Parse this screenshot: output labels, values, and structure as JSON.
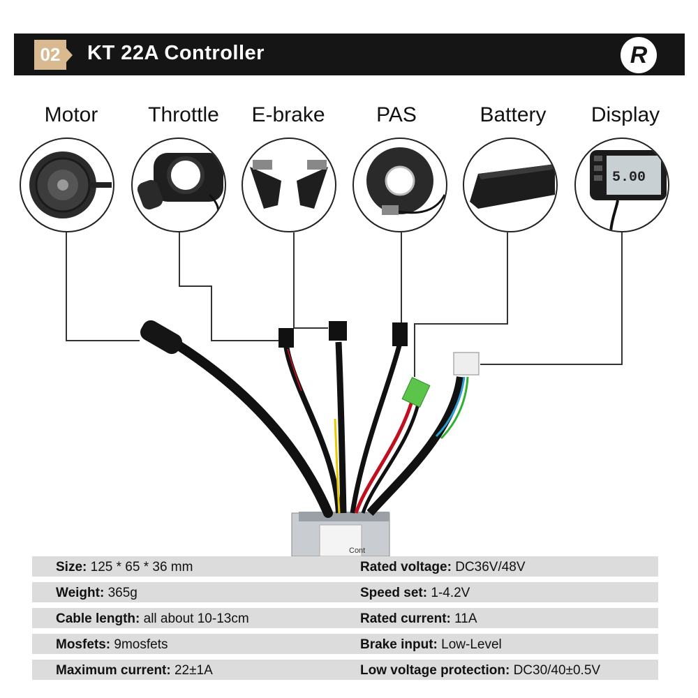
{
  "header": {
    "number": "02",
    "title": "KT 22A Controller",
    "logo_letter": "R"
  },
  "components": [
    {
      "label": "Motor",
      "icon": "motor-icon"
    },
    {
      "label": "Throttle",
      "icon": "throttle-icon"
    },
    {
      "label": "E-brake",
      "icon": "ebrake-icon"
    },
    {
      "label": "PAS",
      "icon": "pas-sensor-icon"
    },
    {
      "label": "Battery",
      "icon": "battery-icon"
    },
    {
      "label": "Display",
      "icon": "display-icon"
    }
  ],
  "display_screen_text": "5.00",
  "controller_label": "Cont",
  "specs": [
    {
      "left": {
        "key": "Size:",
        "value": "125 * 65 * 36  mm"
      },
      "right": {
        "key": "Rated voltage:",
        "value": "DC36V/48V"
      }
    },
    {
      "left": {
        "key": "Weight:",
        "value": "365g"
      },
      "right": {
        "key": "Speed set:",
        "value": "1-4.2V"
      }
    },
    {
      "left": {
        "key": "Cable length:",
        "value": "all about 10-13cm"
      },
      "right": {
        "key": "Rated current:",
        "value": "11A"
      }
    },
    {
      "left": {
        "key": "Mosfets:",
        "value": "9mosfets"
      },
      "right": {
        "key": "Brake input:",
        "value": "Low-Level"
      }
    },
    {
      "left": {
        "key": "Maximum current:",
        "value": "22±1A"
      },
      "right": {
        "key": "Low voltage protection:",
        "value": "DC30/40±0.5V"
      }
    }
  ],
  "colors": {
    "banner": "#151515",
    "badge": "#d9b98f",
    "spec_row": "#dcdcdc"
  }
}
